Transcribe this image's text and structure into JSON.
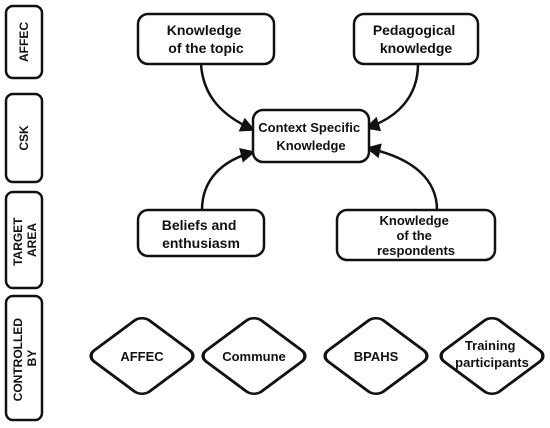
{
  "row_labels": [
    {
      "id": "affec",
      "lines": [
        "AFFEC"
      ]
    },
    {
      "id": "csk",
      "lines": [
        "CSK"
      ]
    },
    {
      "id": "target-area",
      "lines": [
        "TARGET",
        "AREA"
      ]
    },
    {
      "id": "controlled-by",
      "lines": [
        "CONTROLLED",
        "BY"
      ]
    }
  ],
  "boxes": {
    "knowledge_topic": [
      "Knowledge",
      "of the topic"
    ],
    "pedagogical": [
      "Pedagogical",
      "knowledge"
    ],
    "context_specific": [
      "Context Specific",
      "Knowledge"
    ],
    "beliefs": [
      "Beliefs and",
      "enthusiasm"
    ],
    "respondents": [
      "Knowledge",
      "of the",
      "respondents"
    ]
  },
  "diamonds": [
    {
      "id": "affec",
      "lines": [
        "AFFEC"
      ]
    },
    {
      "id": "commune",
      "lines": [
        "Commune"
      ]
    },
    {
      "id": "bpahs",
      "lines": [
        "BPAHS"
      ]
    },
    {
      "id": "training-participants",
      "lines": [
        "Training",
        "participants"
      ]
    }
  ],
  "arrows": [
    {
      "from": "knowledge_topic",
      "to": "context_specific"
    },
    {
      "from": "pedagogical",
      "to": "context_specific"
    },
    {
      "from": "beliefs",
      "to": "context_specific"
    },
    {
      "from": "respondents",
      "to": "context_specific"
    }
  ]
}
